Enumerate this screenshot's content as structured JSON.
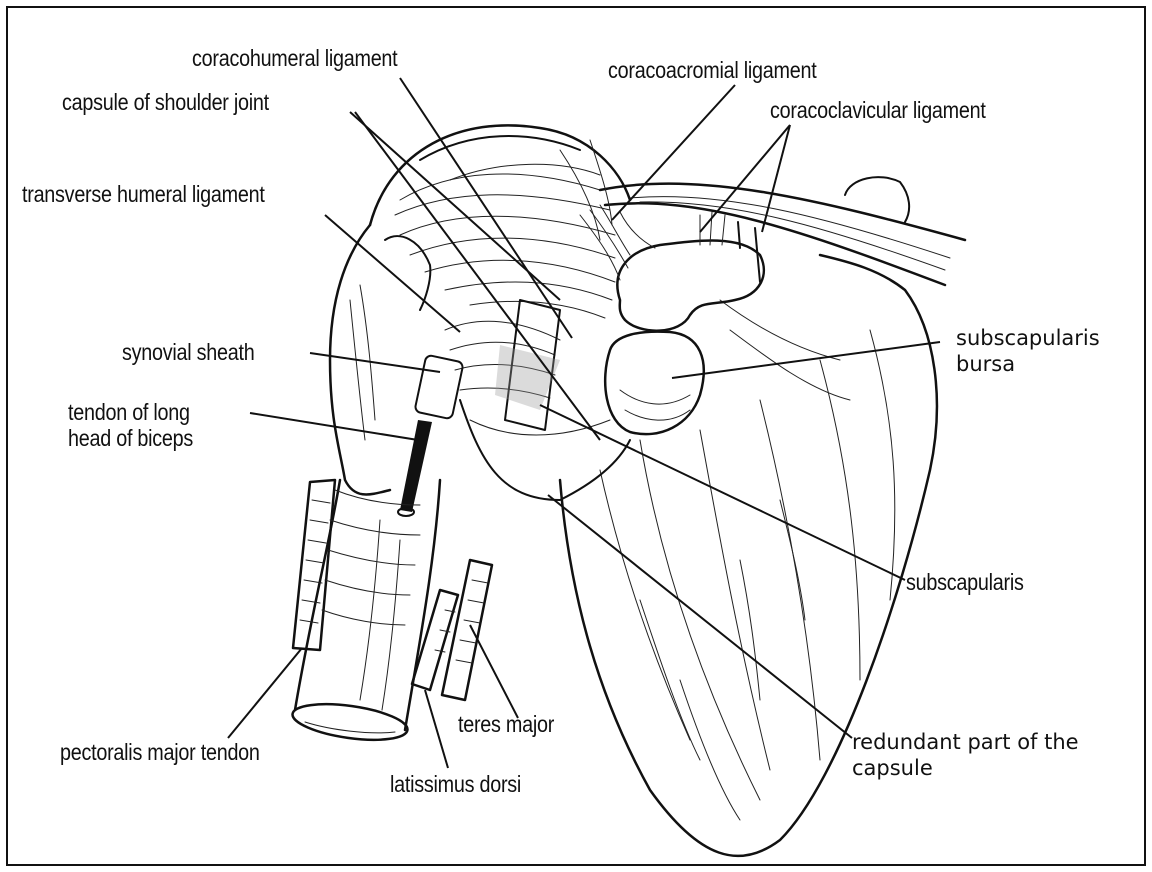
{
  "figure": {
    "labels": {
      "coracohumeral_ligament": "coracohumeral ligament",
      "capsule_of_shoulder_joint": "capsule of shoulder joint",
      "transverse_humeral_ligament": "transverse humeral ligament",
      "synovial_sheath": "synovial sheath",
      "tendon_long_head_line1": "tendon of long",
      "tendon_long_head_line2": "head of biceps",
      "pectoralis_major_tendon": "pectoralis major tendon",
      "latissimus_dorsi": "latissimus dorsi",
      "teres_major": "teres major",
      "coracoacromial_ligament": "coracoacromial ligament",
      "coracoclavicular_ligament": "coracoclavicular ligament",
      "subscapularis_bursa_line1": "subscapularis",
      "subscapularis_bursa_line2": "bursa",
      "subscapularis": "subscapularis",
      "redundant_capsule_line1": "redundant part of the",
      "redundant_capsule_line2": "capsule"
    },
    "colors": {
      "ink": "#111111",
      "paper": "#ffffff",
      "stipple": "#888888"
    }
  }
}
